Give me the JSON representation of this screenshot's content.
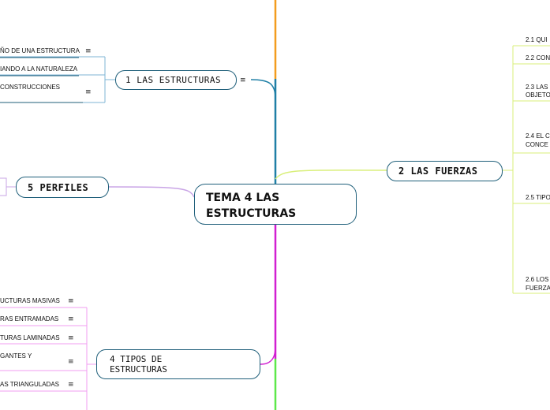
{
  "central": {
    "title_line1": "TEMA 4 LAS",
    "title_line2": "ESTRUCTURAS"
  },
  "menu_icon_glyph": "≡",
  "topics": {
    "estructuras": {
      "label": "1 LAS ESTRUCTURAS",
      "subtopics": [
        "ÑO DE UNA ESTRUCTURA",
        "IANDO A LA NATURALEZA",
        "CONSTRUCCIONES"
      ]
    },
    "fuerzas": {
      "label": "2 LAS FUERZAS",
      "subtopics": [
        "2.1 QUI",
        "2.2 CON",
        "2.3 LAS",
        "OBJETO",
        "2.4 EL C",
        "CONCE",
        "2.5 TIPO",
        "2.6 LOS",
        "FUERZA"
      ]
    },
    "perfiles": {
      "label": "5 PERFILES"
    },
    "tipos": {
      "label_line1": "4 TIPOS DE",
      "label_line2": "ESTRUCTURAS",
      "subtopics": [
        "UCTURAS MASIVAS",
        "RAS ENTRAMADAS",
        "TURAS LAMINADAS",
        "GANTES Y",
        "AS TRIANGULADAS"
      ]
    }
  },
  "colors": {
    "node_border": "#1f5f7a",
    "branch_estructuras": "#7fb6d6",
    "branch_fuerzas": "#d9ef7a",
    "branch_perfiles": "#c9a4e6",
    "branch_tipos": "#f29ef2",
    "spine_orange": "#f39c1e",
    "spine_teal": "#1f7fa6",
    "spine_magenta": "#d11fd1",
    "spine_green": "#5de84a"
  }
}
